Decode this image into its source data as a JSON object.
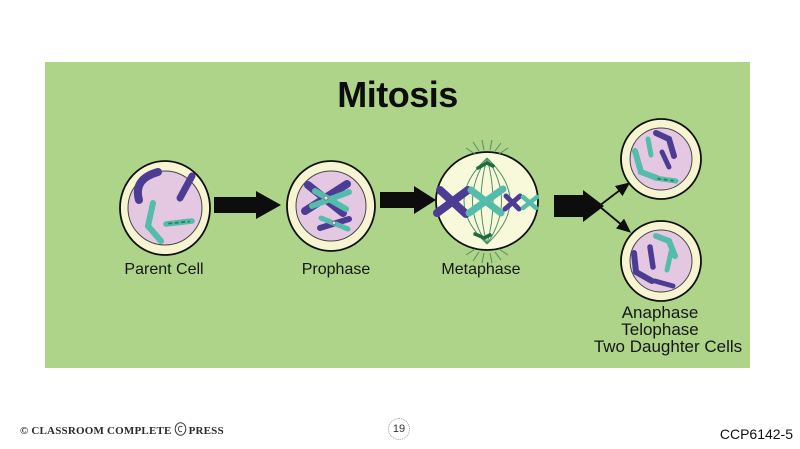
{
  "title": "Mitosis",
  "colors": {
    "panel_green": "#aed489",
    "cell_ring_cream": "#f7f5d1",
    "cytoplasm_pink": "#e4c8e2",
    "metaphase_fill": "#f8f9da",
    "chromosome_purple": "#4c3c94",
    "chromosome_teal": "#53bcab",
    "spindle_green": "#4f9069",
    "centriole_green": "#1d6b40",
    "arrow_black": "#0d0d0d",
    "text_black": "#161616"
  },
  "diagram": {
    "stage_labels": [
      "Parent Cell",
      "Prophase",
      "Metaphase"
    ],
    "result_labels": {
      "line1": "Anaphase",
      "line2": "Telophase",
      "line3": "Two Daughter Cells"
    }
  },
  "icons": {
    "press_logo": "ccp-press-emblem",
    "page_badge": "dotted-circle"
  },
  "footer": {
    "copyright_prefix": "© CLASSROOM COMPLETE",
    "copyright_suffix": "PRESS",
    "page_number": "19",
    "product_code": "CCP6142-5"
  }
}
